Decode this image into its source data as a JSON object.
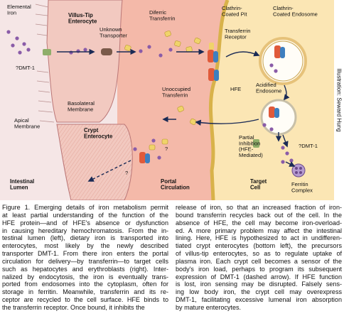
{
  "colors": {
    "lumen": "#f5e6e6",
    "enterocyte": "#f2c9c0",
    "portal": "#f4b9a9",
    "target": "#fbe6b4",
    "iron": "#8a5ca8",
    "transferrin": "#f0d36a",
    "receptor": "#e05a3a",
    "hfe": "#3e7fbf"
  },
  "icons": [
    "iron-dot",
    "transferrin-shape",
    "receptor-complex",
    "ferritin-complex",
    "arrow"
  ],
  "regions": {
    "intestinal_lumen": "Intestinal\nLumen",
    "villus_tip": "Villus-Tip\nEnterocyte",
    "crypt": "Crypt\nEnterocyte",
    "portal": "Portal\nCirculation",
    "target": "Target\nCell"
  },
  "labels": {
    "elemental_iron": "Elemental\nIron",
    "dmt1_left": "?DMT-1",
    "unknown_transporter": "Unknown\nTransporter",
    "diferric_transferrin": "Diferric\nTransferrin",
    "clathrin_pit": "Clathrin-\nCoated Pit",
    "clathrin_endosome": "Clathrin-\nCoated Endosome",
    "transferrin_receptor": "Transferrin\nReceptor",
    "hfe": "HFE",
    "acidified_endosome": "Acidified\nEndosome",
    "unoccupied_transferrin": "Unoccupied\nTransferrin",
    "basolateral": "Basolateral\nMembrane",
    "apical": "Apical\nMembrane",
    "partial_inhibition": "Partial\nInhibition\n(HFE-\nMediated)",
    "dmt1_right": "?DMT-1",
    "ferritin_complex": "Ferritin\nComplex",
    "question_mark": "?"
  },
  "credit": "Illustration: Seward Hung",
  "caption": {
    "left": [
      "Figure 1. Emerging details of iron metabolism permit",
      "at least partial understanding of the function of the",
      "HFE protein—and of HFE's absence or dysfunction",
      "in causing hereditary hemochromatosis. From the in-",
      "testinal lumen (left), dietary iron is transported into",
      "enterocytes, most likely by the newly described",
      "transporter DMT-1. From there iron enters the portal",
      "circulation for delivery—by transferrin—to target cells",
      "such as hepatocytes and erythroblasts (right). Inter-",
      "nalized by endocytosis, the iron is eventually trans-",
      "ported from endosomes into the cytoplasm, often for",
      "storage in ferritin. Meanwhile, transferrin and its re-",
      "ceptor are recycled to the cell surface. HFE binds to",
      "the transferrin receptor. Once bound, it inhibits the"
    ],
    "right": [
      "release of iron, so that an increased fraction of iron-",
      "bound transferrin recycles back out of the cell. In the",
      "absence of HFE, the cell may become iron-overload-",
      "ed. A more primary problem may affect the intestinal",
      "lining. Here, HFE is hypothesized to act in undifferen-",
      "tiated crypt enterocytes (bottom left), the precursors",
      "of villus-tip enterocytes, so as to regulate uptake of",
      "plasma iron. Each crypt cell becomes a sensor of the",
      "body's iron load, perhaps to program its subsequent",
      "expression of DMT-1 (dashed arrow). If HFE function",
      "is lost, iron sensing may be disrupted. Falsely sens-",
      "ing low body iron, the crypt cell may overexpress",
      "DMT-1, facilitating excessive lumenal iron absorption",
      "by mature enterocytes."
    ]
  }
}
